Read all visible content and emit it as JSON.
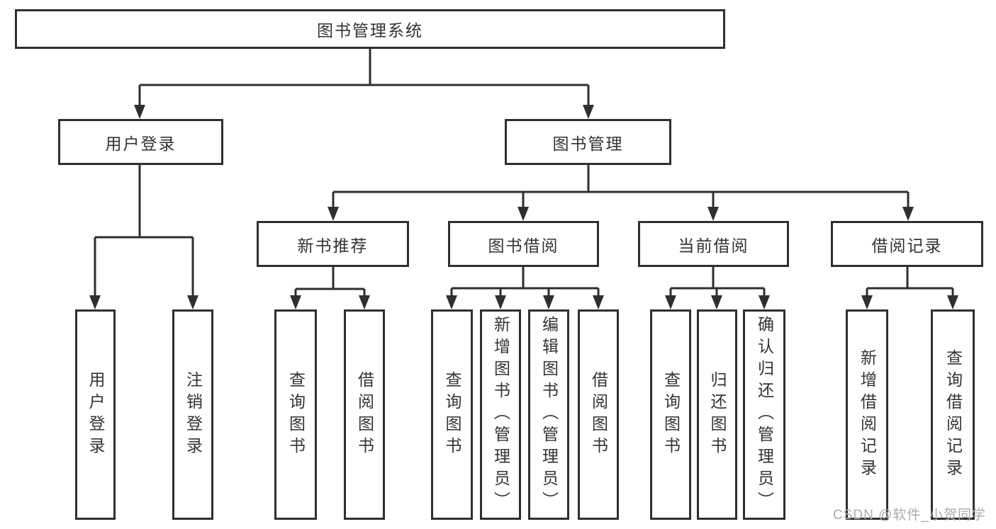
{
  "diagram": {
    "type": "hierarchy-tree",
    "background": "#ffffff",
    "line_color": "#2f2f2f",
    "text_color": "#333333",
    "root_label": "图书管理系统"
  },
  "nodes": {
    "root": {
      "label": "图书管理系统"
    },
    "user_login": {
      "label": "用户登录"
    },
    "book_mgmt": {
      "label": "图书管理"
    },
    "new_book_rec": {
      "label": "新书推荐"
    },
    "book_borrow": {
      "label": "图书借阅"
    },
    "current_borrow": {
      "label": "当前借阅"
    },
    "borrow_records": {
      "label": "借阅记录"
    },
    "leaf_user_login": {
      "label": "用户登录"
    },
    "leaf_logout": {
      "label": "注销登录"
    },
    "leaf_query_book_rec": {
      "label": "查询图书"
    },
    "leaf_borrow_book_rec": {
      "label": "借阅图书"
    },
    "leaf_query_book_borrow": {
      "label": "查询图书"
    },
    "leaf_add_book": {
      "label": "新增图书（管理员）"
    },
    "leaf_edit_book": {
      "label": "编辑图书（管理员）"
    },
    "leaf_borrow_book_borrow": {
      "label": "借阅图书"
    },
    "leaf_query_book_current": {
      "label": "查询图书"
    },
    "leaf_return_book": {
      "label": "归还图书"
    },
    "leaf_confirm_return": {
      "label": "确认归还（管理员）"
    },
    "leaf_add_record": {
      "label": "新增借阅记录"
    },
    "leaf_query_record": {
      "label": "查询借阅记录"
    }
  },
  "hierarchy": {
    "root": "图书管理系统",
    "children": [
      {
        "label": "用户登录",
        "children": [
          "用户登录",
          "注销登录"
        ]
      },
      {
        "label": "图书管理",
        "children": [
          {
            "label": "新书推荐",
            "children": [
              "查询图书",
              "借阅图书"
            ]
          },
          {
            "label": "图书借阅",
            "children": [
              "查询图书",
              "新增图书（管理员）",
              "编辑图书（管理员）",
              "借阅图书"
            ]
          },
          {
            "label": "当前借阅",
            "children": [
              "查询图书",
              "归还图书",
              "确认归还（管理员）"
            ]
          },
          {
            "label": "借阅记录",
            "children": [
              "新增借阅记录",
              "查询借阅记录"
            ]
          }
        ]
      }
    ]
  },
  "watermark": {
    "text": "CSDN @软件_小贺同学",
    "color": "#ababab"
  }
}
